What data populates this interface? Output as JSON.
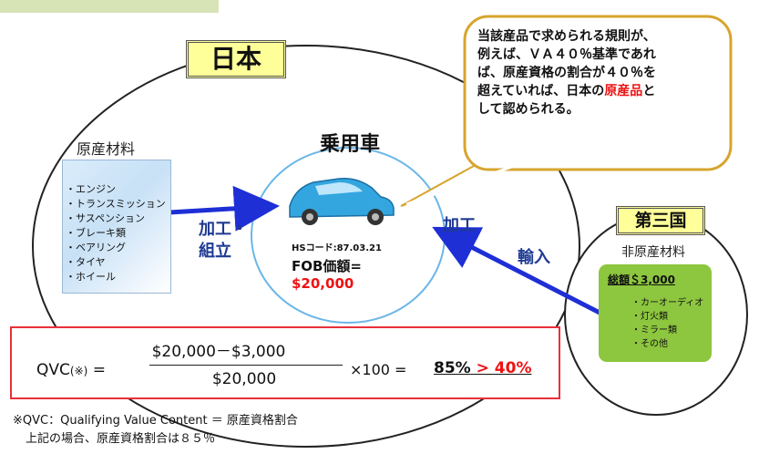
{
  "japan_label": "日本",
  "third_country_label": "第三国",
  "materials": {
    "title": "原産材料",
    "items": [
      "・エンジン",
      "・トランスミッション",
      "・サスペンション",
      "・ブレーキ類",
      "・ベアリング",
      "・タイヤ",
      "・ホイール"
    ]
  },
  "vehicle": {
    "title": "乗用車",
    "hs_code": "HSコード:87.03.21",
    "fob_label": "FOB価額=",
    "fob_value": "$20,000"
  },
  "arrows": {
    "process_assemble": [
      "加工・",
      "組立"
    ],
    "process": "加工",
    "import": "輸入"
  },
  "callout": {
    "lines": [
      "当該産品で求められる規則が、",
      "例えば、ＶＡ４０％基準であれ",
      "ば、原産資格の割合が４０％を",
      "超えていれば、日本の"
    ],
    "highlight": "原産品",
    "line4_tail": "と",
    "line5": "して認められる。"
  },
  "non_originating": {
    "title": "非原産材料",
    "total": "総額＄3,000",
    "items": [
      "・カーオーディオ",
      "・灯火類",
      "・ミラー類",
      "・その他"
    ]
  },
  "formula": {
    "lhs": "QVC",
    "lhs_note": "(※)",
    "equals": " =",
    "numerator": "$20,000－$3,000",
    "denominator": "$20,000",
    "times": "×100 =",
    "result": "85%",
    "comparison": " > 40%"
  },
  "footnote": {
    "line1": "※QVC：Qualifying Value Content ＝ 原産資格割合",
    "line2": "上記の場合、原産資格割合は８５％"
  }
}
